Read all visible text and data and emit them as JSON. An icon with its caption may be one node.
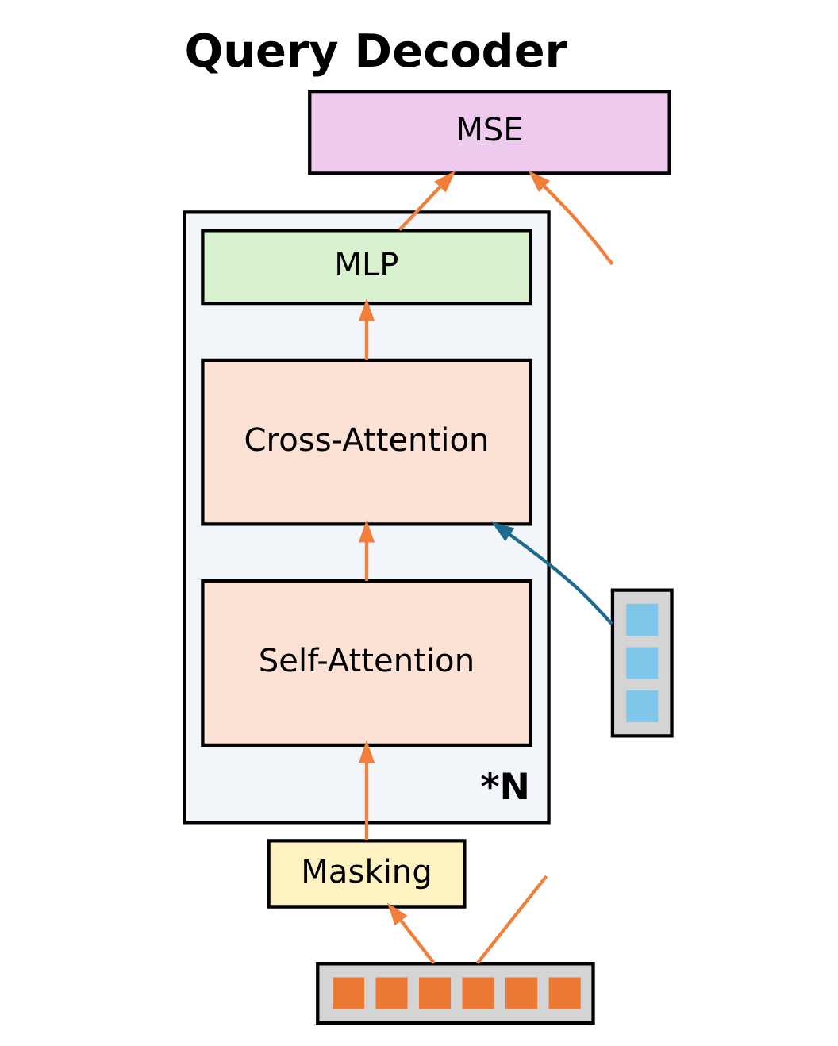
{
  "diagram": {
    "title": "Query Decoder",
    "nodes": [
      {
        "text": [
          "MSE"
        ]
      },
      {
        "text": [
          "*N"
        ]
      },
      {
        "text": [
          "MLP"
        ],
        "in": 1
      },
      {
        "text": [
          "Cross-Attention"
        ],
        "in": 1
      },
      {
        "text": [
          "Self-Attention"
        ],
        "in": 1
      },
      {
        "text": [
          "Masking"
        ]
      },
      {
        "text": [],
        "shape": "bar"
      },
      {
        "text": [],
        "shape": "bar"
      }
    ],
    "edges": [
      {
        "from": 2,
        "to": 0,
        "arrow": "to"
      },
      {
        "from": 3,
        "to": 2,
        "arrow": "to"
      },
      {
        "from": 4,
        "to": 3,
        "arrow": "to"
      },
      {
        "from": 6,
        "to": 3,
        "arrow": "to",
        "color": "#1f6a8f"
      },
      {
        "from": 5,
        "to": 4,
        "arrow": "to"
      },
      {
        "from": 7,
        "to": 5,
        "arrow": "to"
      },
      {
        "from": 7,
        "to": null,
        "arrow": "none"
      },
      {
        "from": null,
        "to": 0,
        "arrow": "to"
      }
    ]
  }
}
